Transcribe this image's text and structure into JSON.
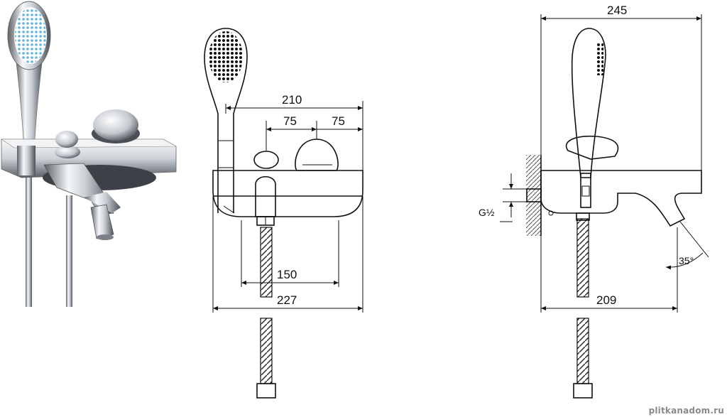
{
  "dimensions": {
    "front_width_top": "210",
    "front_offset_left": "75",
    "front_offset_right": "75",
    "front_inner": "150",
    "front_total": "227",
    "side_height_total": "245",
    "side_depth": "209",
    "side_thread": "G½",
    "side_angle": "35°"
  },
  "watermark": "plitkanadom.ru",
  "colors": {
    "line": "#111111",
    "chrome_light": "#f4f6f8",
    "chrome_dark": "#6b7078",
    "spray_blue": "#5fb4e0",
    "hatch": "#555555"
  },
  "icons": [
    "faucet-photo",
    "hand-shower-icon",
    "hose-icon",
    "wall-hatch-icon"
  ]
}
